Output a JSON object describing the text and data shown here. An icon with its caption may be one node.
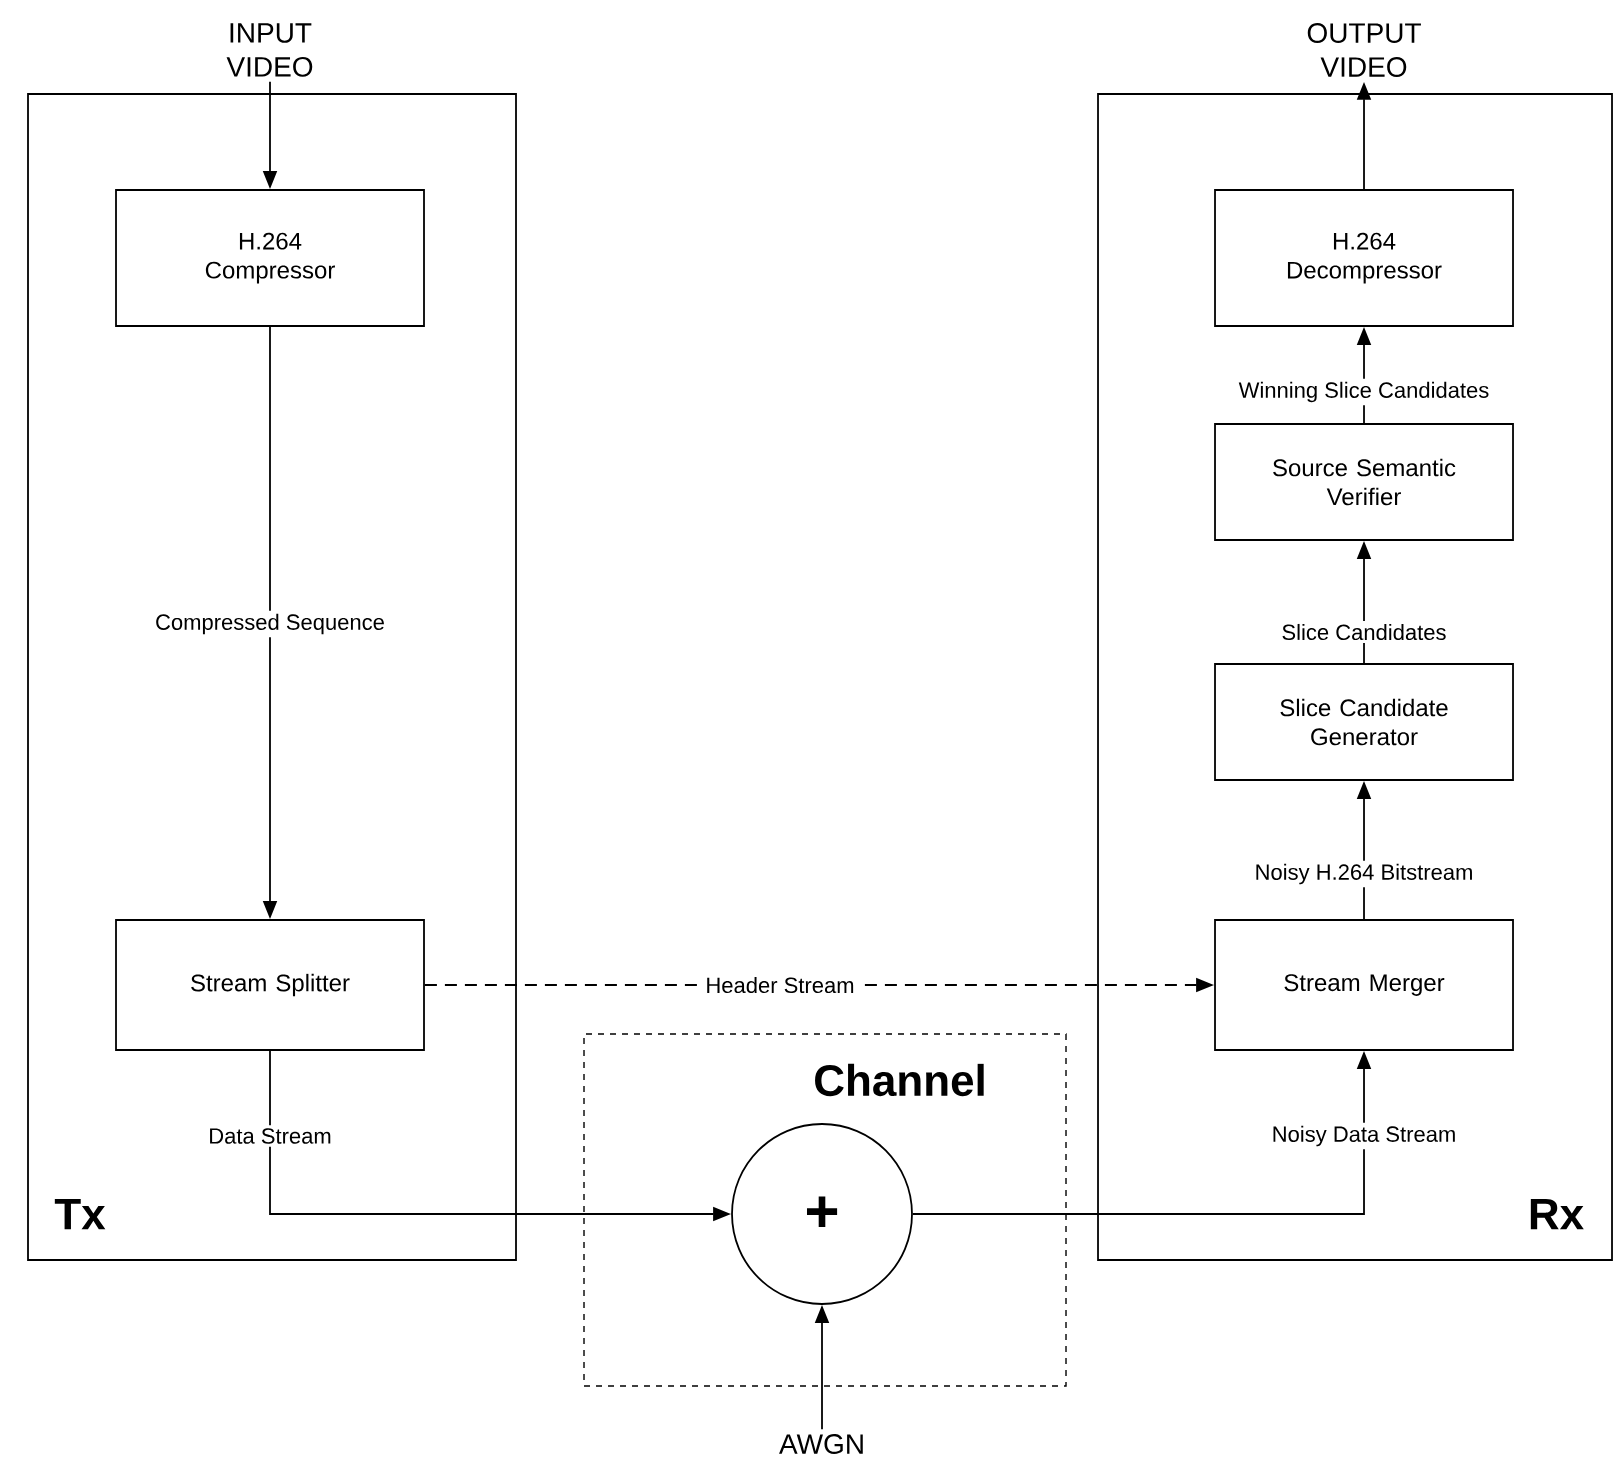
{
  "diagram": {
    "nodes": [
      {
        "text": [
          "Tx"
        ]
      },
      {
        "text": [
          "H.264 Compressor"
        ],
        "in": 0
      },
      {
        "text": [
          "Stream Splitter"
        ],
        "in": 0
      },
      {
        "text": [
          "Channel"
        ]
      },
      {
        "text": [
          "+"
        ],
        "in": 3
      },
      {
        "text": [
          "Rx"
        ]
      },
      {
        "text": [
          "H.264 Decompressor"
        ],
        "in": 5
      },
      {
        "text": [
          "Source Semantic Verifier"
        ],
        "in": 5
      },
      {
        "text": [
          "Slice Candidate Generator"
        ],
        "in": 5
      },
      {
        "text": [
          "Stream Merger"
        ],
        "in": 5
      },
      {
        "text": [
          "INPUT VIDEO"
        ]
      },
      {
        "text": [
          "OUTPUT VIDEO"
        ]
      },
      {
        "text": [
          "AWGN"
        ]
      }
    ],
    "edges": [
      {
        "from": 10,
        "to": 1,
        "arrow": "to"
      },
      {
        "from": 1,
        "to": 2,
        "arrow": "to",
        "label": "Compressed Sequence"
      },
      {
        "from": 2,
        "to": 9,
        "arrow": "to",
        "label": "Header Stream",
        "style": "dashed"
      },
      {
        "from": 2,
        "to": 4,
        "arrow": "to",
        "label": "Data Stream"
      },
      {
        "from": 4,
        "to": 9,
        "arrow": "to",
        "label": "Noisy Data Stream"
      },
      {
        "from": 12,
        "to": 4,
        "arrow": "to"
      },
      {
        "from": 9,
        "to": 8,
        "arrow": "to",
        "label": "Noisy H.264 Bitstream"
      },
      {
        "from": 8,
        "to": 7,
        "arrow": "to",
        "label": "Slice Candidates"
      },
      {
        "from": 7,
        "to": 6,
        "arrow": "to",
        "label": "Winning Slice Candidates"
      },
      {
        "from": 6,
        "to": 11,
        "arrow": "to"
      }
    ]
  }
}
